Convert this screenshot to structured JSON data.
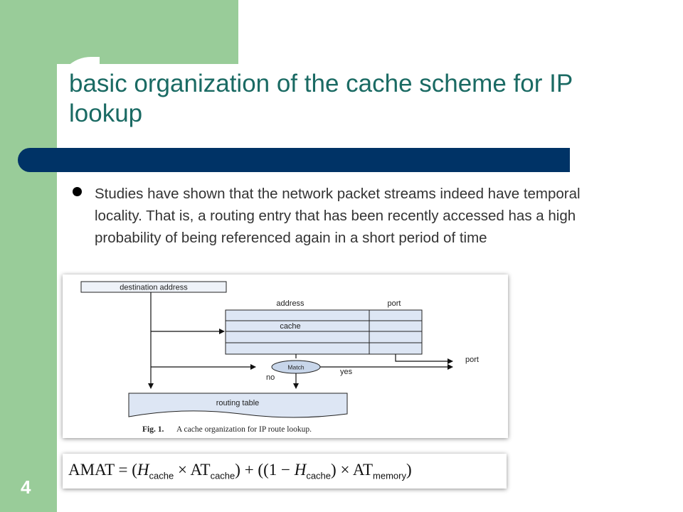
{
  "slide": {
    "title": "basic organization of the cache scheme for IP lookup",
    "bullet": "Studies have shown that the network packet streams indeed have temporal locality. That is, a routing entry that has been recently accessed has a high probability of being referenced again in a short period of time",
    "page_number": "4"
  },
  "figure": {
    "destination_label": "destination address",
    "address_header": "address",
    "port_header": "port",
    "cache_label": "cache",
    "match_label": "Match",
    "no_label": "no",
    "yes_label": "yes",
    "port_output_label": "port",
    "routing_table_label": "routing table",
    "caption_bold": "Fig. 1.",
    "caption_text": "A cache organization for IP route lookup."
  },
  "formula": {
    "amat": "AMAT",
    "eq_open": "= (",
    "h": "H",
    "cache_sub": "cache",
    "times": "×",
    "at": "AT",
    "cache_sub2": "cache",
    "plus_open": ") + ((1 −",
    "h2": "H",
    "cache_sub3": "cache",
    "times2": ") ×",
    "at2": "AT",
    "memory_sub": "memory",
    "close": ")"
  },
  "colors": {
    "side_band": "#99cc99",
    "title_text": "#1a6a63",
    "title_bar": "#003366",
    "cache_fill": "#dde6f4",
    "match_fill": "#c8d6ea"
  }
}
